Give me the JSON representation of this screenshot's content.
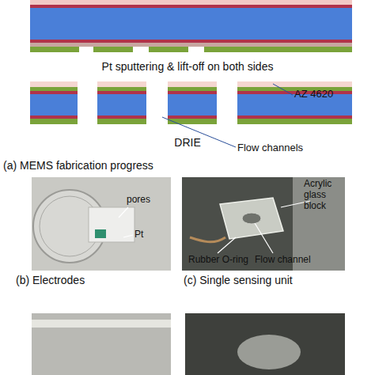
{
  "diagram": {
    "labels": [
      "Pt sputtering & lift-off on both sides",
      "AZ 4620",
      "DRIE",
      "Flow channels",
      "(a) MEMS fabrication progress",
      "pores",
      "Pt",
      "(b) Electrodes",
      "Acrylic glass block",
      "Rubber O-ring",
      "Flow channel",
      "(c) Single sensing unit"
    ]
  }
}
